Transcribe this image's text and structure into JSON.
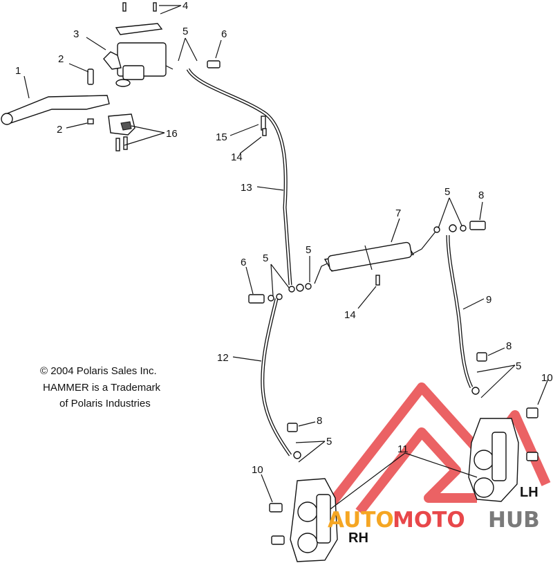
{
  "copyright": {
    "line1": "© 2004 Polaris Sales Inc.",
    "line2": "HAMMER is a Trademark",
    "line3": "of Polaris Industries"
  },
  "side_labels": {
    "rh": "RH",
    "lh": "LH"
  },
  "watermark": {
    "part1": "AUTO",
    "part2": "MOTO",
    "part3": "HUB",
    "color_red": "#e8474a",
    "color_orange": "#f5a623",
    "color_gray": "#7a7a7a"
  },
  "callouts": [
    "1",
    "2",
    "2",
    "3",
    "4",
    "5",
    "6",
    "16",
    "15",
    "14",
    "13",
    "7",
    "5",
    "8",
    "6",
    "5",
    "5",
    "14",
    "9",
    "12",
    "8",
    "5",
    "8",
    "5",
    "10",
    "11",
    "10"
  ]
}
